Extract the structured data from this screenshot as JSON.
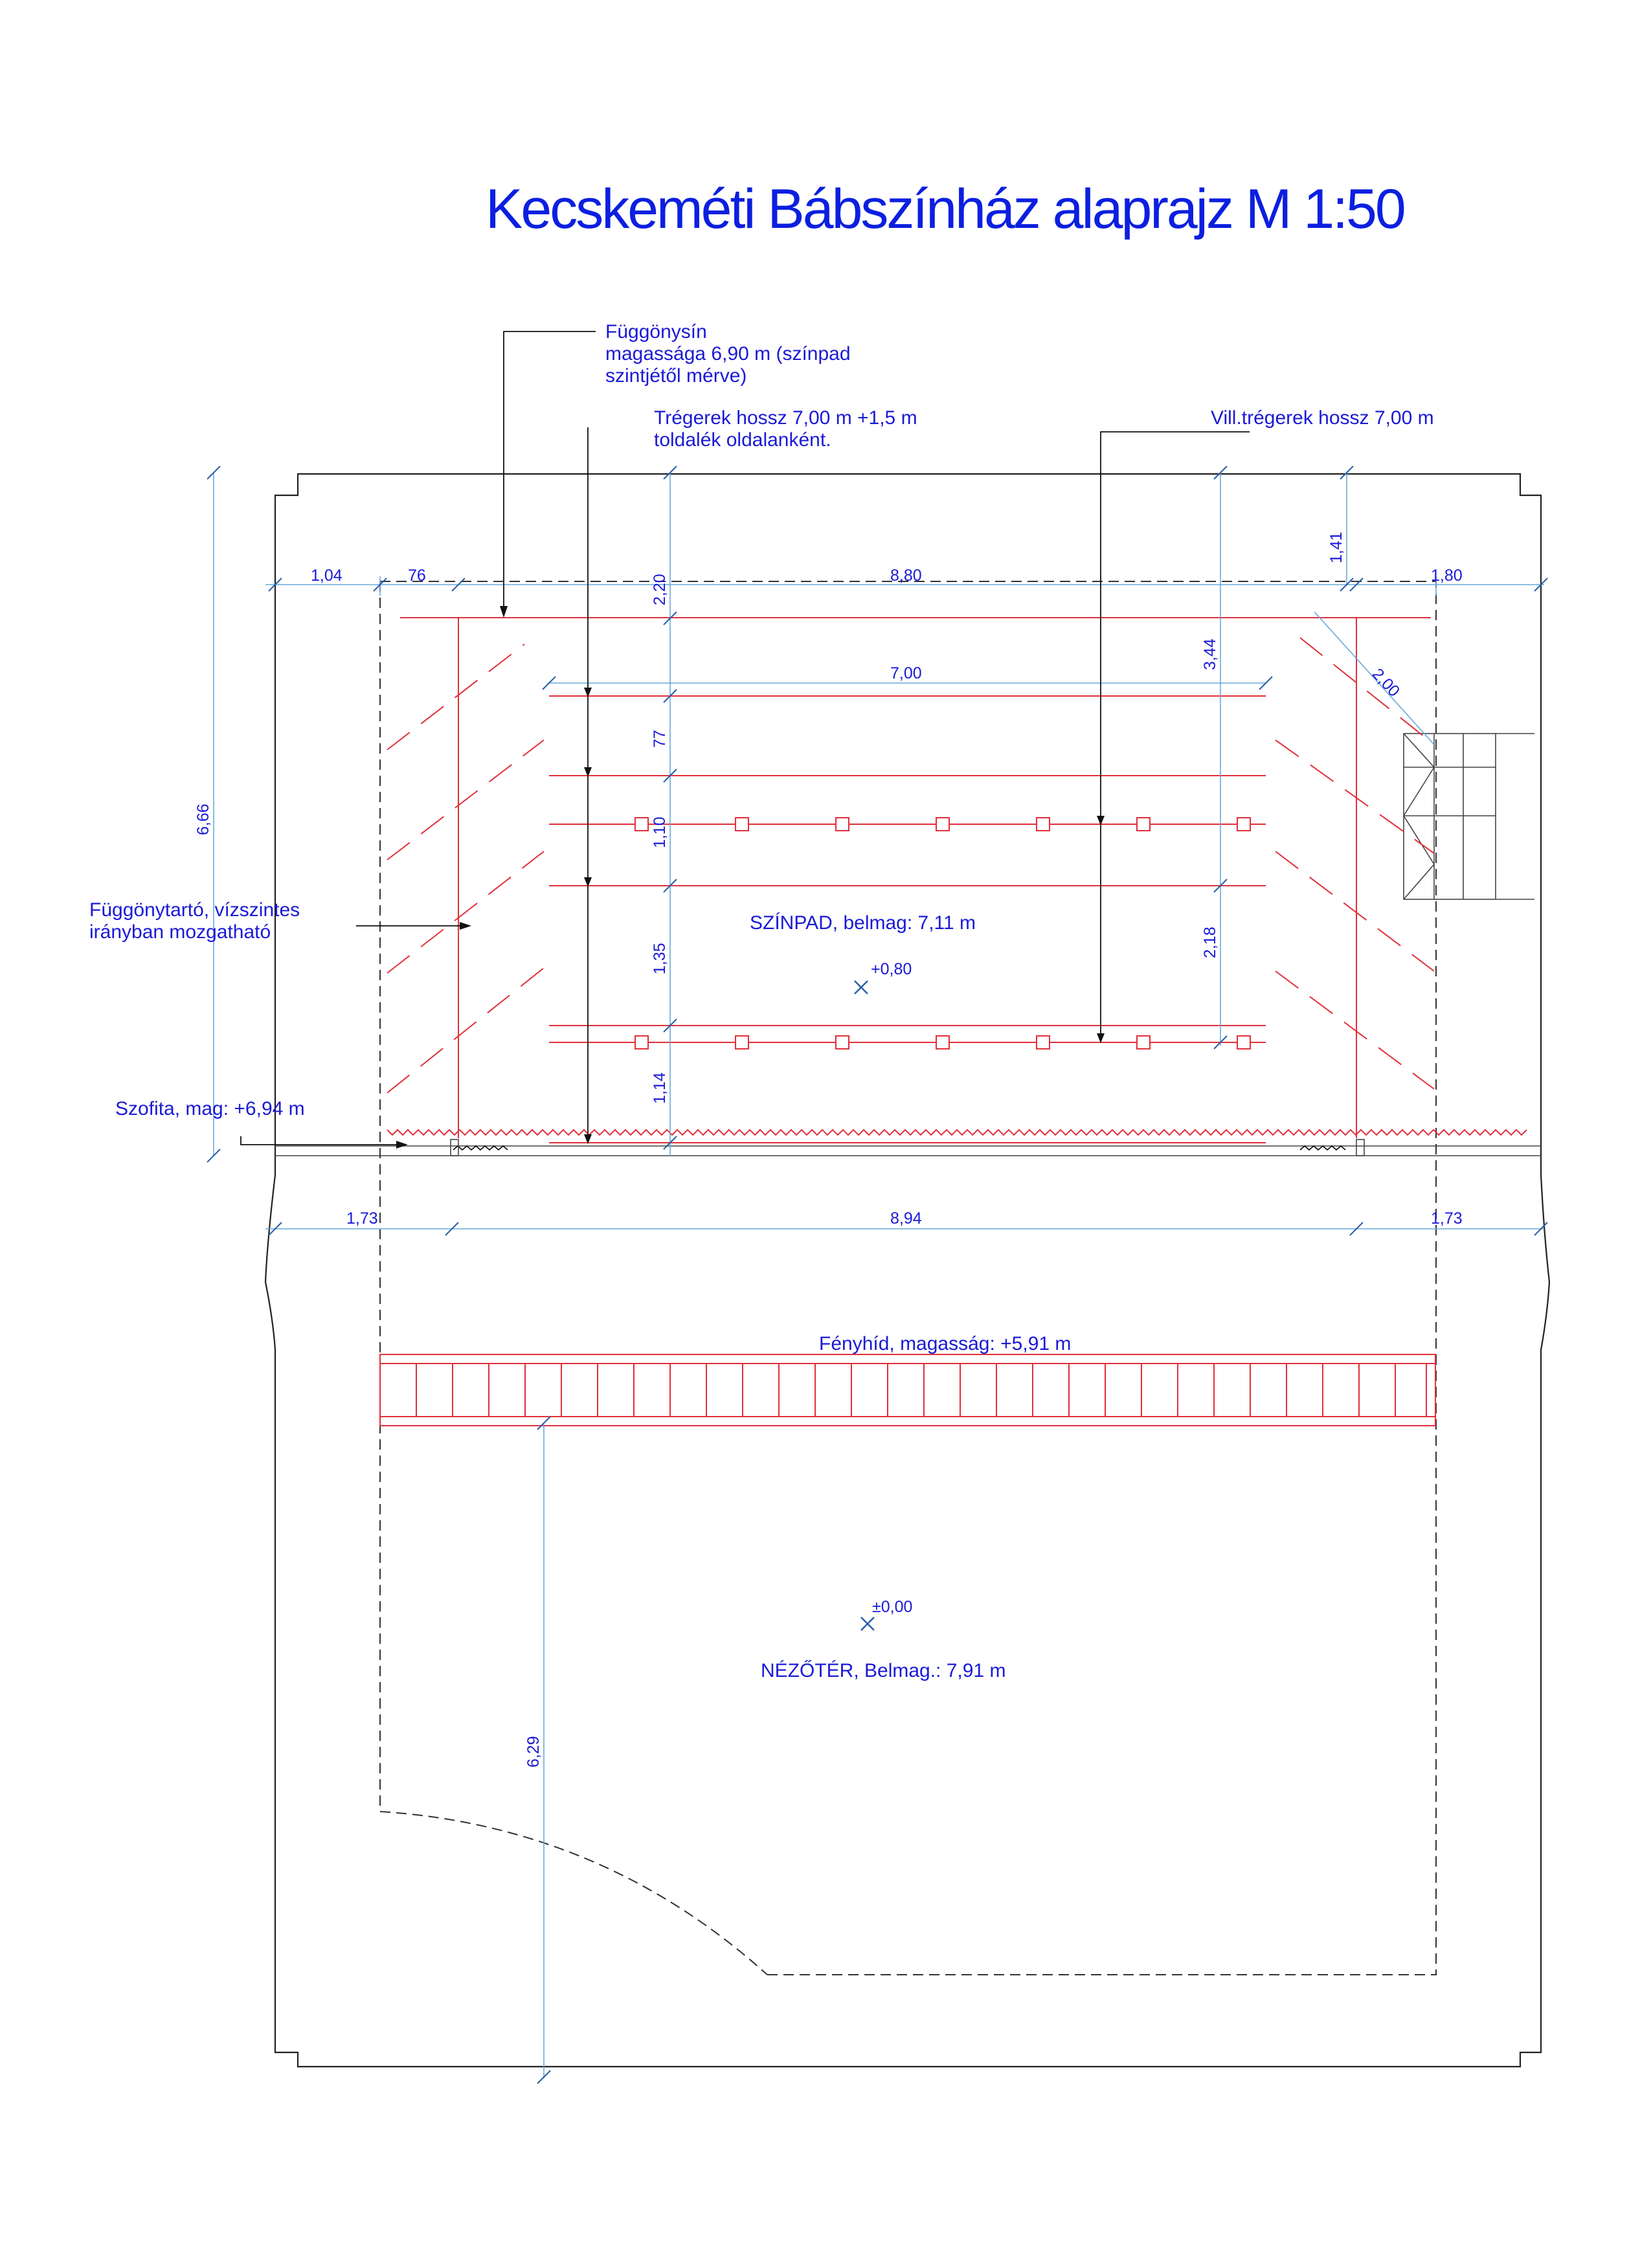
{
  "title": "Kecskeméti Bábszínház alaprajz M 1:50",
  "notes": {
    "curtain_rail_1": "Függönysín",
    "curtain_rail_2": "magassága 6,90 m (színpad",
    "curtain_rail_3": "szintjétől mérve)",
    "battens_1": "Trégerek hossz 7,00 m +1,5 m",
    "battens_2": "toldalék oldalanként.",
    "electric_battens": "Vill.trégerek hossz 7,00 m",
    "curtain_holder_1": "Függönytartó, vízszintes",
    "curtain_holder_2": "irányban mozgatható",
    "soffit": "Szofita, mag: +6,94 m",
    "stage": "SZÍNPAD, belmag: 7,11 m",
    "stage_level": "+0,80",
    "light_bridge": "Fényhíd, magasság: +5,91 m",
    "auditorium_level": "±0,00",
    "auditorium": "NÉZŐTÉR, Belmag.: 7,91 m"
  },
  "dimensions": {
    "d_1_04": "1,04",
    "d_76": "76",
    "d_8_80": "8,80",
    "d_1_80": "1,80",
    "d_1_41": "1,41",
    "d_2_20": "2,20",
    "d_3_44": "3,44",
    "d_7_00": "7,00",
    "d_2_00": "2,00",
    "d_77": "77",
    "d_1_10": "1,10",
    "d_1_35": "1,35",
    "d_1_14": "1,14",
    "d_2_18": "2,18",
    "d_6_66": "6,66",
    "d_1_73_left": "1,73",
    "d_8_94": "8,94",
    "d_1_73_right": "1,73",
    "d_6_29": "6,29"
  },
  "colors": {
    "annotation": "#1a1ad6",
    "title": "#0b1fe0",
    "rigging": "#e0303a",
    "dimension_line": "#6aa8d8",
    "wall": "#222222"
  },
  "icons": {
    "level_marker": "level-marker-icon"
  }
}
